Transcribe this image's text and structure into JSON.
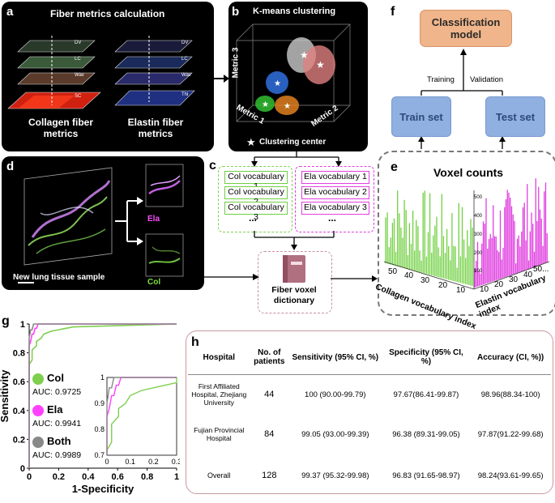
{
  "panel_a": {
    "letter": "a",
    "title": "Fiber metrics calculation",
    "collagen_caption": "Collagen fiber metrics",
    "elastin_caption": "Elastin fiber metrics",
    "layer_labels_left": [
      "DV",
      "LC",
      "Wav",
      "SC"
    ],
    "layer_labels_right": [
      "DV",
      "LC",
      "Wav",
      "Thi"
    ]
  },
  "panel_b": {
    "letter": "b",
    "title": "K-means clustering",
    "axis1": "Metric 1",
    "axis2": "Metric 2",
    "axis3": "Metric 3",
    "legend": "Clustering center"
  },
  "panel_c": {
    "letter": "c",
    "col_items": [
      "Col vocabulary 1",
      "Col vocabulary 2",
      "Col vocabulary 3",
      "..."
    ],
    "ela_items": [
      "Ela vocabulary 1",
      "Ela vocabulary 2",
      "Ela vocabulary 3",
      "..."
    ],
    "dictionary_label": "Fiber voxel dictionary"
  },
  "panel_d": {
    "letter": "d",
    "caption": "New lung tissue sample",
    "ela_label": "Ela",
    "col_label": "Col"
  },
  "panel_e": {
    "letter": "e",
    "title": "Voxel counts",
    "xlabel_left": "Collagen vocabulary index",
    "xlabel_right": "Elastin vocabulary index",
    "left_ticks": [
      "50",
      "40",
      "30",
      "20",
      "10"
    ],
    "right_ticks": [
      "10",
      "20",
      "30",
      "40",
      "50..."
    ],
    "z_ticks": [
      "100",
      "200",
      "300",
      "400",
      "500"
    ]
  },
  "panel_f": {
    "letter": "f",
    "model": "Classification model",
    "train": "Train set",
    "test": "Test set",
    "training": "Training",
    "validation": "Validation"
  },
  "panel_g": {
    "letter": "g",
    "colors": {
      "col": "#7fcf4f",
      "ela": "#ff40ff",
      "both": "#888888"
    }
  },
  "chart_data": {
    "type": "line",
    "xlabel": "1-Specificity",
    "ylabel": "Sensitivity",
    "xlim": [
      0,
      1
    ],
    "ylim": [
      0,
      1
    ],
    "xticks": [
      "0",
      "0.2",
      "0.4",
      "0.6",
      "0.8",
      "1"
    ],
    "yticks": [
      "0",
      "0.2",
      "0.4",
      "0.6",
      "0.8",
      "1"
    ],
    "series": [
      {
        "name": "Col",
        "auc": "AUC: 0.9725",
        "x": [
          0,
          0,
          0.02,
          0.02,
          0.05,
          0.05,
          0.08,
          0.1,
          0.15,
          0.2,
          0.25,
          0.3,
          1
        ],
        "y": [
          0,
          0.72,
          0.75,
          0.82,
          0.85,
          0.88,
          0.9,
          0.93,
          0.95,
          0.96,
          0.97,
          0.98,
          1
        ]
      },
      {
        "name": "Ela",
        "auc": "AUC: 0.9941",
        "x": [
          0,
          0,
          0.01,
          0.02,
          0.03,
          0.04,
          0.05,
          0.06,
          0.08,
          1
        ],
        "y": [
          0,
          0.85,
          0.88,
          0.93,
          0.93,
          0.97,
          0.97,
          1,
          1,
          1
        ]
      },
      {
        "name": "Both",
        "auc": "AUC: 0.9989",
        "x": [
          0,
          0,
          0.01,
          0.02,
          0.03,
          0.04,
          1
        ],
        "y": [
          0,
          0.9,
          0.96,
          0.96,
          1,
          1,
          1
        ]
      }
    ],
    "inset": {
      "xlim": [
        0,
        0.3
      ],
      "ylim": [
        0.7,
        1
      ],
      "xticks": [
        "0",
        "0.1",
        "0.2",
        "0.3"
      ],
      "yticks": [
        "0.7",
        "0.8",
        "0.9",
        "1"
      ]
    }
  },
  "panel_h": {
    "letter": "h",
    "headers": [
      "Hospital",
      "No. of patients",
      "Sensitivity (95% CI, %)",
      "Specificity (95% CI, %)",
      "Accuracy (CI, %))"
    ],
    "rows": [
      [
        "First Affiliated Hospital, Zhejiang University",
        "44",
        "100 (90.00-99.79)",
        "97.67(86.41-99.87)",
        "98.96(88.34-100)"
      ],
      [
        "Fujian Provincial Hospital",
        "84",
        "99.05 (93.00-99.39)",
        "96.38 (89.31-99.05)",
        "97.87(91.22-99.68)"
      ],
      [
        "Overall",
        "128",
        "99.37 (95.32-99.98)",
        "96.83 (91.65-98.97)",
        "98.24(93.61-99.65)"
      ]
    ]
  }
}
